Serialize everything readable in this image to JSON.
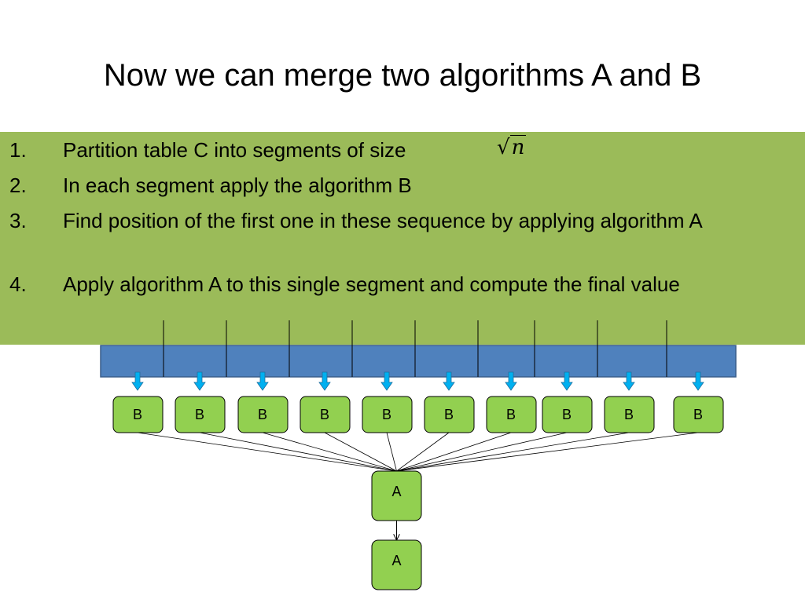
{
  "slide": {
    "title": "Now we can merge two algorithms A and B"
  },
  "steps": [
    {
      "number": "1.",
      "text": "Partition table C into segments of size"
    },
    {
      "number": "2.",
      "text": "In each segment apply the algorithm B"
    },
    {
      "number": "3.",
      "text": "Find position of the first one in these sequence by applying algorithm A"
    },
    {
      "number": "4.",
      "text": "Apply algorithm A to this single segment and compute the final value"
    }
  ],
  "formula": {
    "radical": "√",
    "variable": "n"
  },
  "diagram": {
    "b_label": "B",
    "a_label": "A",
    "b_count": 10,
    "colors": {
      "panel": "#9bbb59",
      "table_fill": "#4f81bd",
      "node_fill": "#92d050",
      "arrow_fill": "#00b0f0"
    }
  }
}
